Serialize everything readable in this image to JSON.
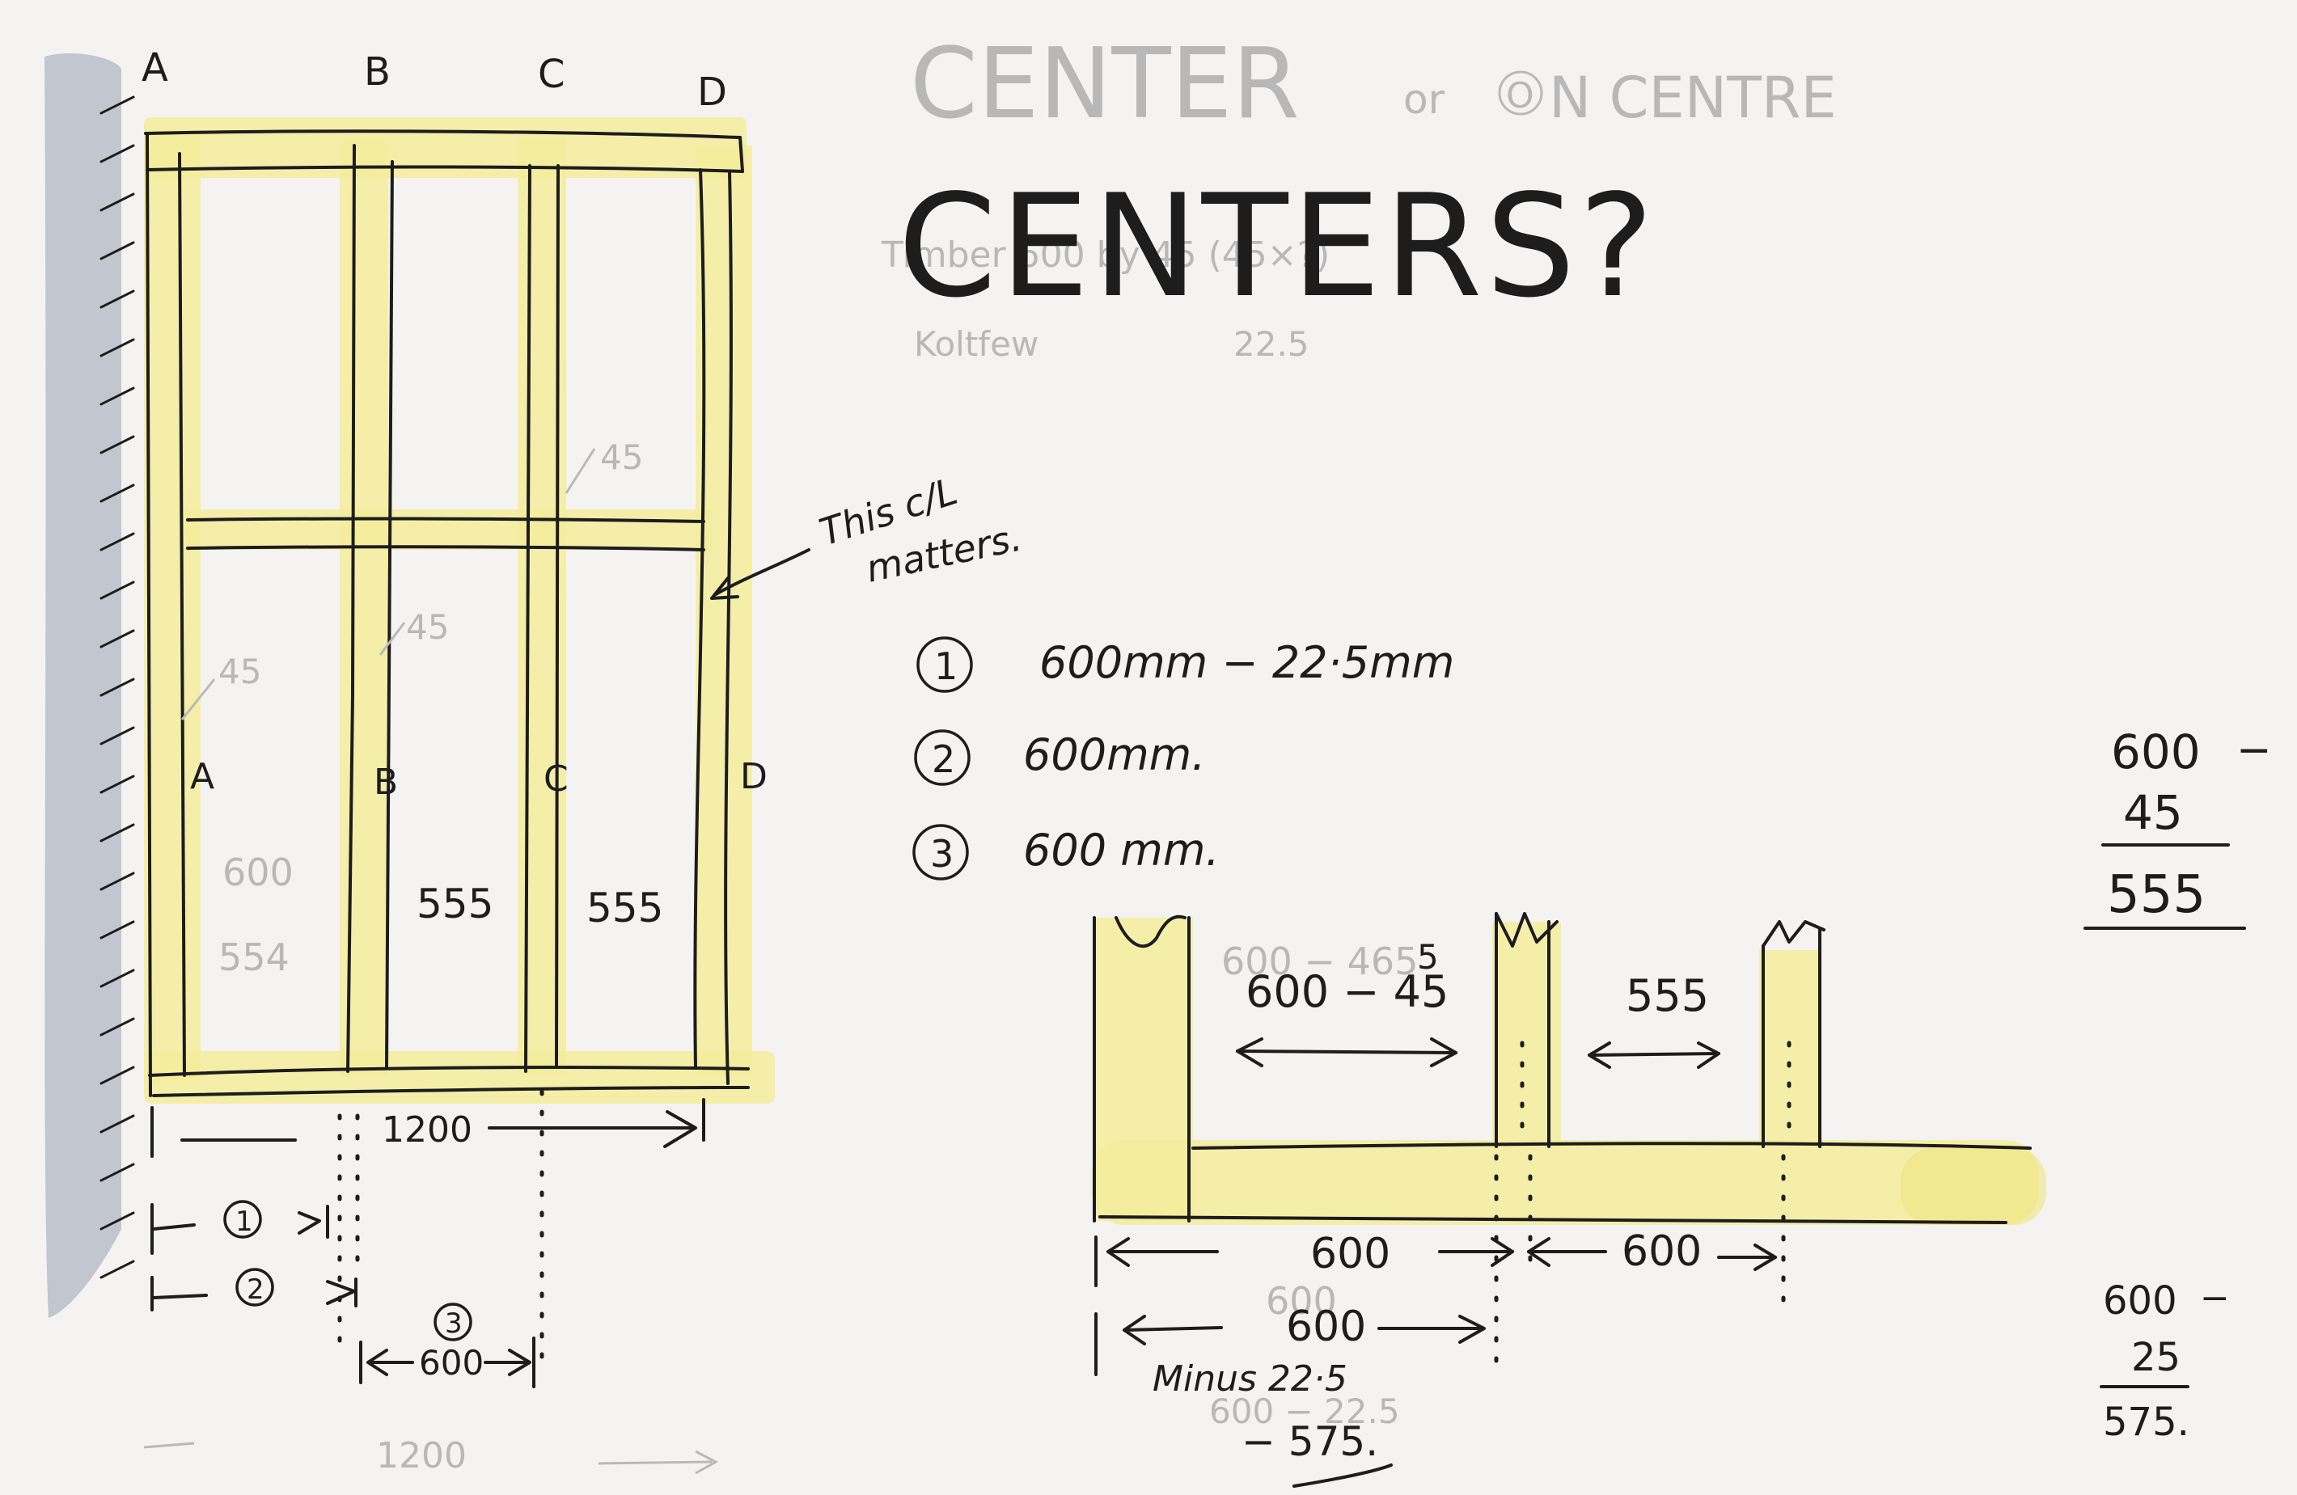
{
  "title": "CENTERS?",
  "faded_notes": {
    "heading": "CENTER",
    "or_on_centre": "or",
    "on_centre_circled": "O",
    "on_centre_rest": "N CENTRE",
    "timber_note": "Timber 600 by 45 (45×?)",
    "other_note": "Koltfew",
    "half_thickness": "22.5"
  },
  "frame": {
    "top_letters": [
      "A",
      "B",
      "C",
      "D"
    ],
    "mid_letters": [
      "A",
      "B",
      "C",
      "D"
    ],
    "stud_width_faded": [
      "45",
      "45",
      "45"
    ],
    "bay_labels": [
      "555",
      "555"
    ],
    "faded_bay_labels": [
      "600",
      "554"
    ],
    "total_dim": "1200",
    "faded_total_dim": "1200",
    "option_markers": [
      "1",
      "2",
      "3"
    ],
    "option3_dim": "600"
  },
  "callout": {
    "line1": "This c/L",
    "line2": "matters."
  },
  "options": [
    {
      "num": "1",
      "text": "600mm − 22·5mm"
    },
    {
      "num": "2",
      "text": "600mm."
    },
    {
      "num": "3",
      "text": "600 mm."
    }
  ],
  "detail": {
    "span_label": "600 − 45",
    "span_label_super": "5",
    "faded_span": "600 − 465",
    "clear_label": "555",
    "dim_a": "600",
    "dim_b": "600",
    "faded_dim": "600",
    "minus_dim": "600",
    "minus_text": "Minus 22·5",
    "minus_result": "− 575.",
    "faded_minus": "600 − 22.5"
  },
  "sum_top": {
    "a": "600",
    "minus": "−",
    "b": "45",
    "result": "555"
  },
  "sum_bottom": {
    "a": "600",
    "minus": "−",
    "b": "25",
    "result": "575."
  },
  "colors": {
    "paper": "#f4f3f1",
    "ink": "#1d1d1d",
    "highlight": "#f3ec9c",
    "wall": "#b9bdc8"
  }
}
